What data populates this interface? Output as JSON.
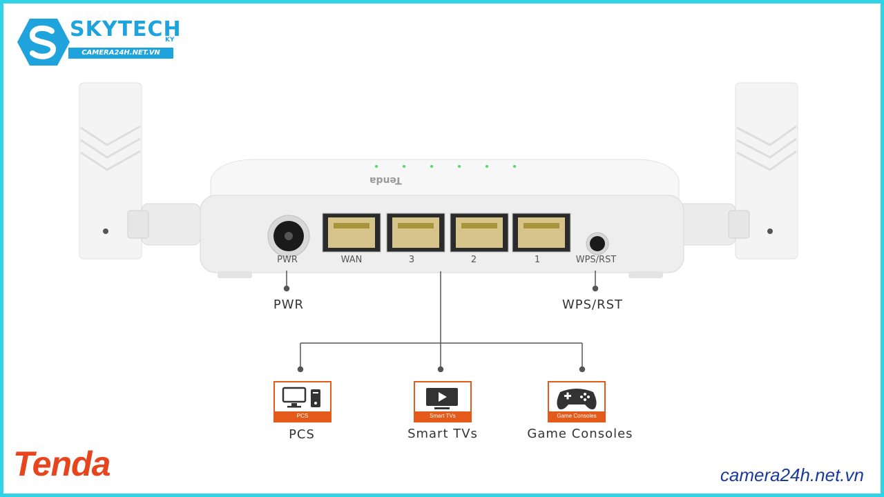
{
  "logo": {
    "title": "SKYTECH",
    "sub": "KY",
    "url": "CAMERA24H.NET.VN"
  },
  "router": {
    "brand_mark": "Tenda",
    "ports": [
      {
        "id": "pwr",
        "label": "PWR"
      },
      {
        "id": "wan",
        "label": "WAN"
      },
      {
        "id": "lan3",
        "label": "3"
      },
      {
        "id": "lan2",
        "label": "2"
      },
      {
        "id": "lan1",
        "label": "1"
      },
      {
        "id": "wps",
        "label": "WPS/RST"
      }
    ]
  },
  "callouts": {
    "pwr": "PWR",
    "wps": "WPS/RST"
  },
  "devices": [
    {
      "id": "pcs",
      "tag": "PCS",
      "label": "PCS",
      "icon": "pc-icon"
    },
    {
      "id": "tv",
      "tag": "Smart TVs",
      "label": "Smart TVs",
      "icon": "tv-icon"
    },
    {
      "id": "console",
      "tag": "Game Consoles",
      "label": "Game Consoles",
      "icon": "gamepad-icon"
    }
  ],
  "brand": "Tenda",
  "footer_url": "camera24h.net.vn",
  "colors": {
    "border": "#2fd4e6",
    "accent": "#e35a1a",
    "skytech": "#1ea3dc",
    "tenda": "#e8451e",
    "url": "#1a3a9a"
  }
}
